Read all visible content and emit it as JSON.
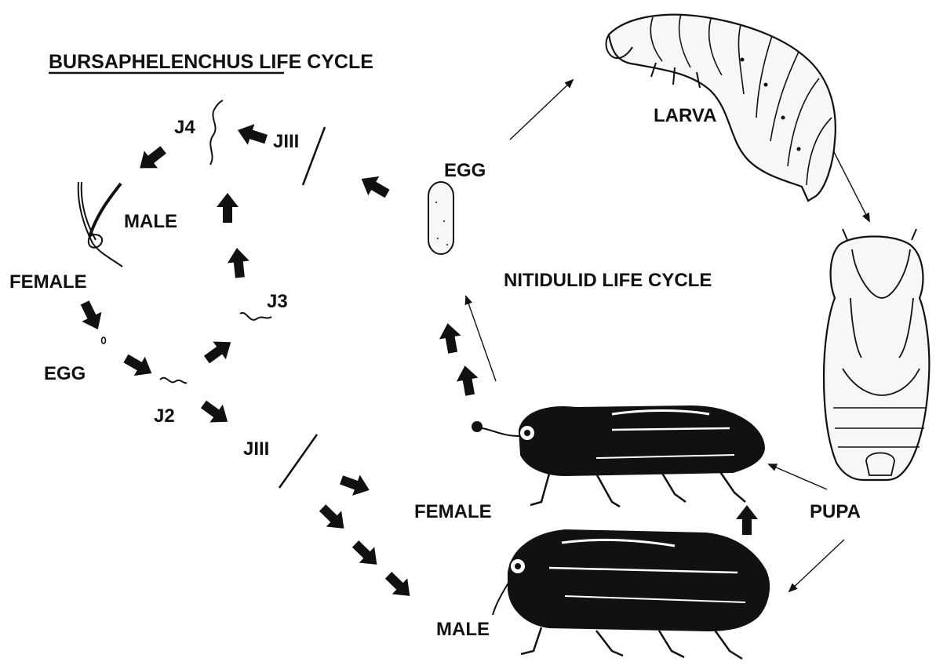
{
  "title": {
    "underlined": "BURSAPHELENCHUS",
    "rest": " LIFE CYCLE"
  },
  "nematode_cycle": {
    "j4": "J4",
    "jiii_top": "JIII",
    "male": "MALE",
    "female": "FEMALE",
    "egg": "EGG",
    "j2": "J2",
    "j3": "J3",
    "jiii_bottom": "JIII"
  },
  "beetle_cycle": {
    "title": "NITIDULID LIFE CYCLE",
    "egg": "EGG",
    "larva": "LARVA",
    "pupa": "PUPA",
    "female": "FEMALE",
    "male": "MALE"
  },
  "colors": {
    "ink": "#111111",
    "background": "#ffffff",
    "body_fill": "#f7f7f7"
  }
}
